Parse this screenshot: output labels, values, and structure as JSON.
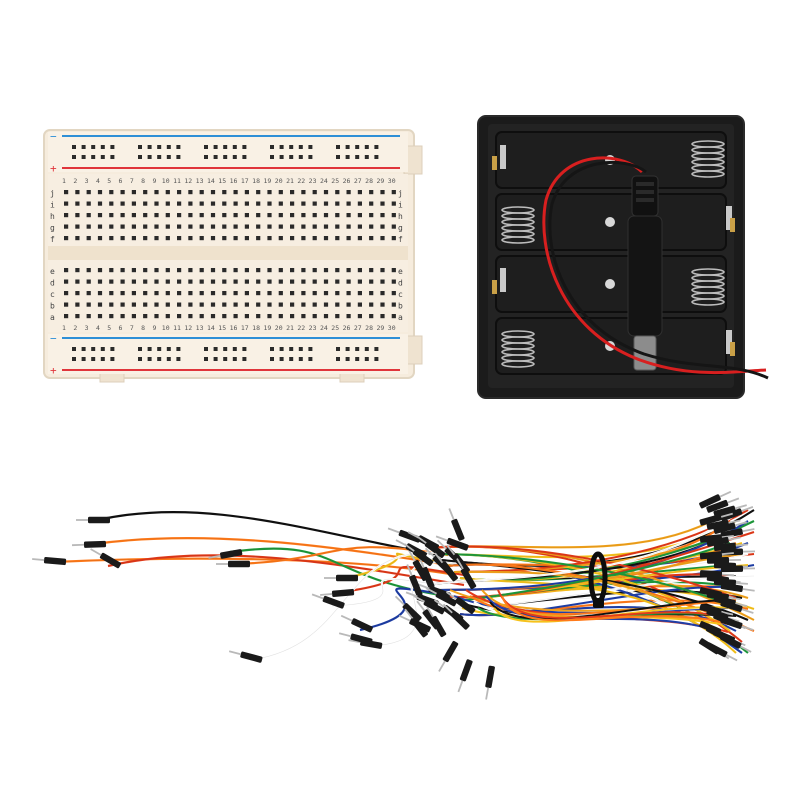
{
  "breadboard": {
    "polarity_marks": {
      "plus": "+",
      "minus": "−"
    },
    "row_letters_top": [
      "j",
      "i",
      "h",
      "g",
      "f"
    ],
    "row_letters_bottom": [
      "e",
      "d",
      "c",
      "b",
      "a"
    ],
    "column_count": 30,
    "body_color": "#f7efe2",
    "rail_blue": "#2e8fd6",
    "rail_red": "#e0353b"
  },
  "battery_holder": {
    "slots": 4,
    "body_color": "#1b1b1b",
    "wire_red": "#d81f1f",
    "wire_black": "#151515"
  },
  "jumper_wires": {
    "colors": [
      "#f1a21c",
      "#f6c21c",
      "#ffffff",
      "#1f3fa8",
      "#e23a1a",
      "#1f9a3c",
      "#111111",
      "#ff7a1a"
    ],
    "plug_color": "#1a1a1a",
    "pin_color": "#b9b9b9",
    "tie_color": "#0d0d0d"
  }
}
